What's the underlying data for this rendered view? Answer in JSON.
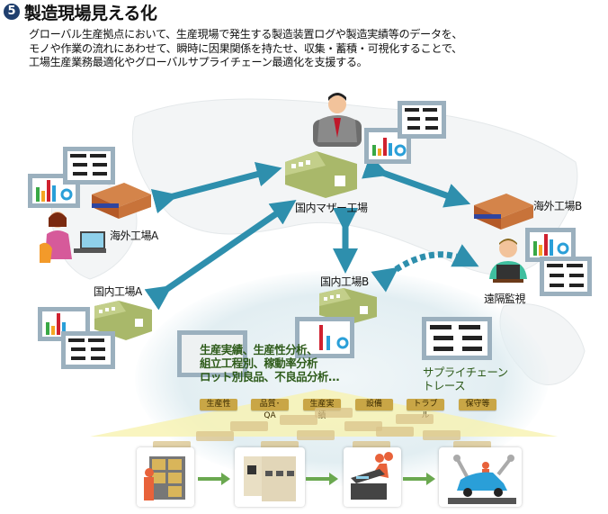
{
  "header": {
    "number": "5",
    "title": "製造現場見える化",
    "description": [
      "グローバル生産拠点において、生産現場で発生する製造装置ログや製造実績等のデータを、",
      "モノや作業の流れにあわせて、瞬時に因果関係を持たせ、収集・蓄積・可視化することで、",
      "工場生産業務最適化やグローバルサプライチェーン最適化を支援する。"
    ]
  },
  "nodes": {
    "mother": "国内マザー工場",
    "overseas_a": "海外工場A",
    "overseas_b": "海外工場B",
    "domestic_a": "国内工場A",
    "domestic_b": "国内工場B",
    "remote": "遠隔監視"
  },
  "analysis": [
    "生産実績、生産性分析、",
    "組立工程別、稼動率分析",
    "ロット別良品、不良品分析..."
  ],
  "supply_chain": [
    "サプライチェーン",
    "トレース"
  ],
  "tags": [
    "生産性",
    "品質･QA",
    "生産実績",
    "設備",
    "トラブル",
    "保守等"
  ],
  "process_steps": [
    "warehouse",
    "manufacturing-equipment",
    "assembly",
    "vehicle-line"
  ],
  "colors": {
    "arrow": "#2e8fad",
    "factory_domestic": "#a9b86a",
    "factory_overseas": "#c8733a",
    "tag": "#c9a646",
    "flow_arrow": "#6aa84f",
    "title_badge": "#1f3f6e"
  }
}
